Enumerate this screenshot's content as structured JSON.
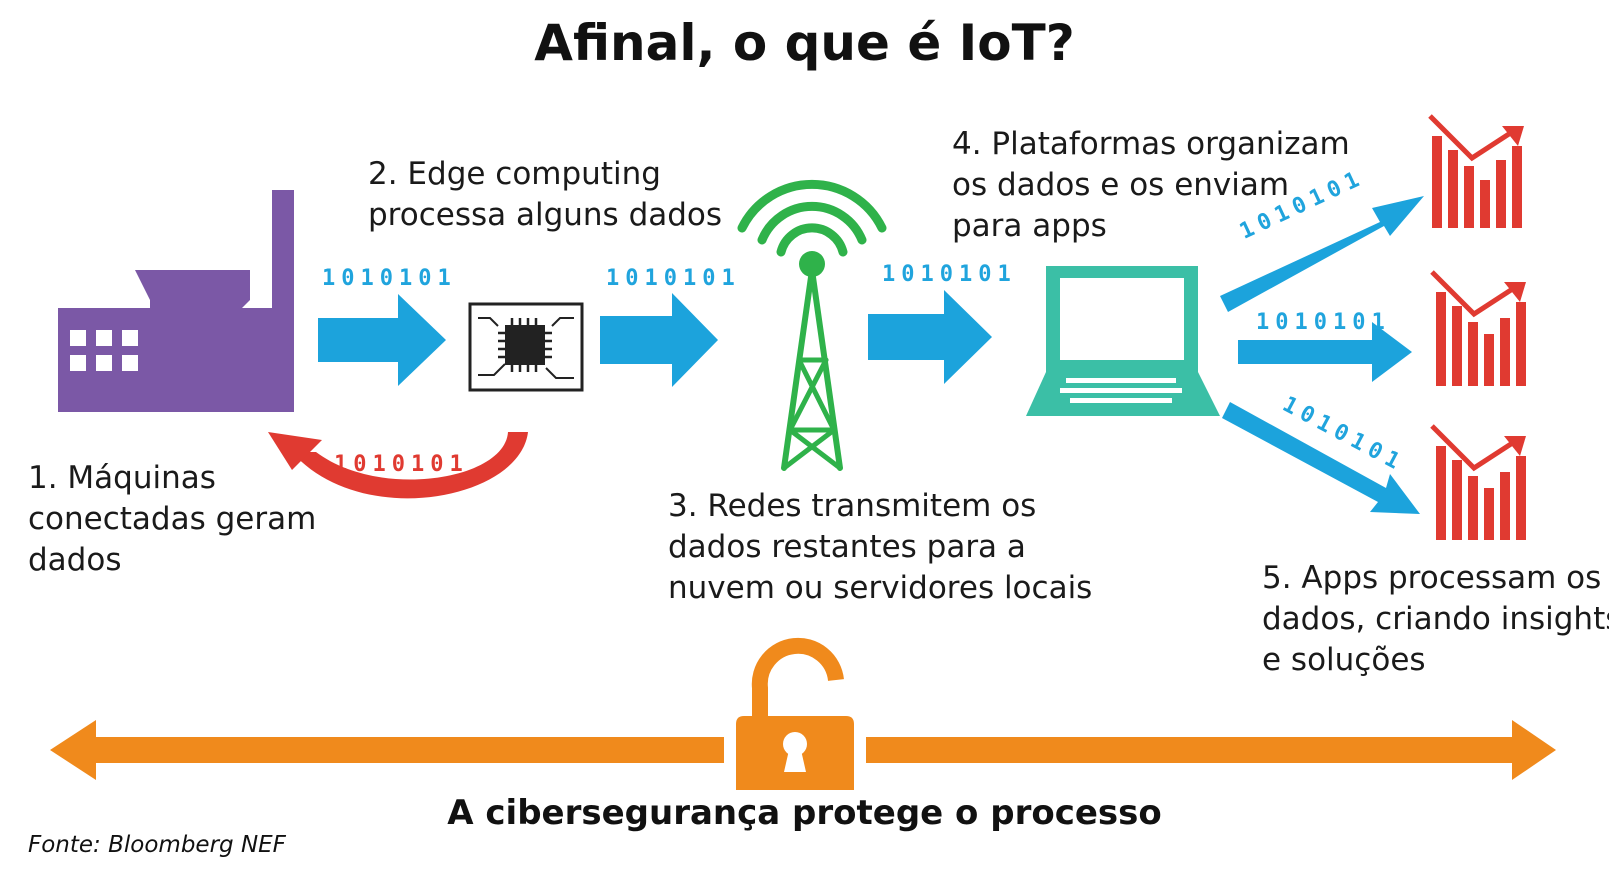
{
  "title": "Afinal, o que é IoT?",
  "bits": "1010101",
  "steps": {
    "s1": [
      "1. Máquinas",
      "conectadas geram",
      "dados"
    ],
    "s2": [
      "2. Edge computing",
      "processa alguns dados"
    ],
    "s3": [
      "3. Redes transmitem os",
      "dados restantes para a",
      "nuvem ou servidores locais"
    ],
    "s4": [
      "4. Plataformas organizam",
      "os dados e os enviam",
      "para apps"
    ],
    "s5": [
      "5. Apps processam os",
      "dados, criando insights",
      "e soluções"
    ]
  },
  "footer": "A cibersegurança protege o processo",
  "source": "Fonte: Bloomberg NEF",
  "colors": {
    "factory": "#7b58a6",
    "flow_arrow": "#1ca3dc",
    "return_arrow": "#e03a31",
    "tower": "#2fb24a",
    "laptop": "#3bbfa6",
    "bars": "#e03a31",
    "security": "#f08a1c"
  },
  "icons": [
    "factory-icon",
    "chip-icon",
    "antenna-icon",
    "laptop-icon",
    "bar-chart-icon",
    "padlock-icon"
  ]
}
